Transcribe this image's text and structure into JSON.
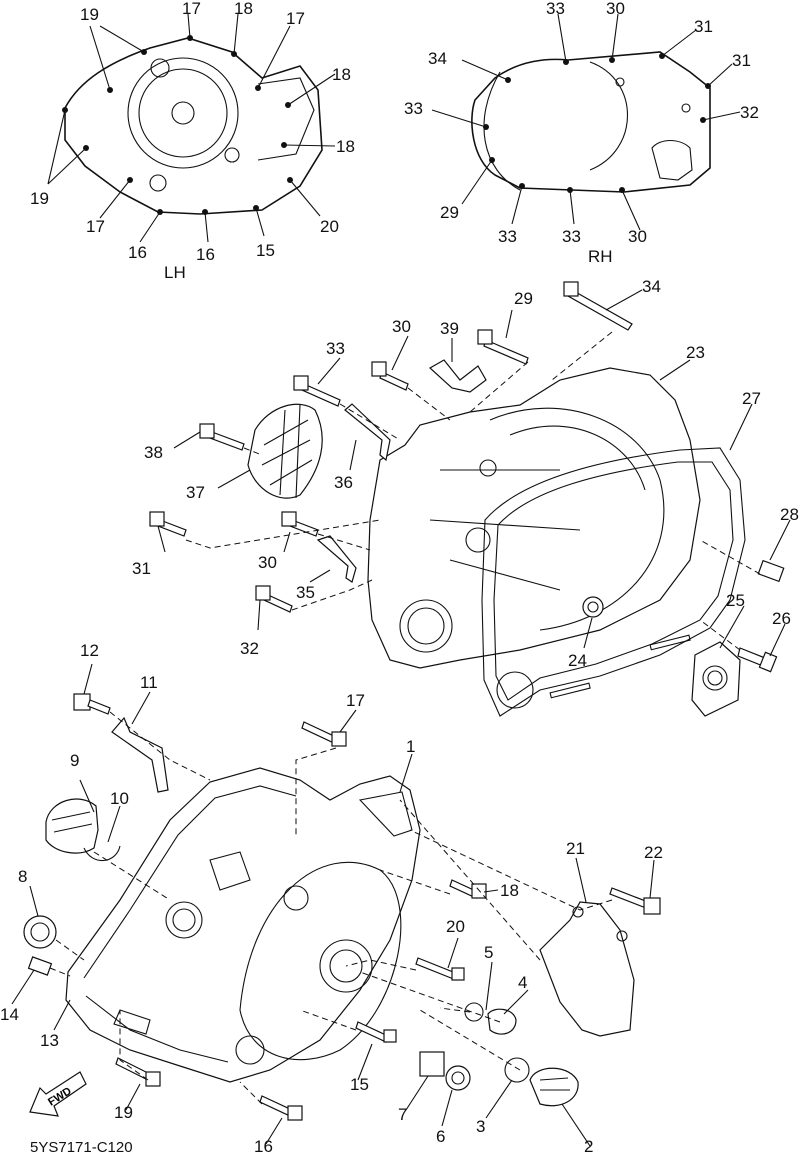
{
  "diagram": {
    "section_labels": {
      "lh": "LH",
      "rh": "RH"
    },
    "figure_code": "5YS7171-C120",
    "fwd_label": "FWD",
    "callouts": {
      "n1": "1",
      "n2": "2",
      "n3": "3",
      "n4": "4",
      "n5": "5",
      "n6": "6",
      "n7": "7",
      "n8": "8",
      "n9": "9",
      "n10": "10",
      "n11": "11",
      "n12": "12",
      "n13": "13",
      "n14": "14",
      "n15": "15",
      "n16": "16",
      "n17": "17",
      "n18": "18",
      "n19": "19",
      "n20": "20",
      "n21": "21",
      "n22": "22",
      "n23": "23",
      "n24": "24",
      "n25": "25",
      "n26": "26",
      "n27": "27",
      "n28": "28",
      "n29": "29",
      "n30": "30",
      "n31": "31",
      "n32": "32",
      "n33": "33",
      "n34": "34",
      "n35": "35",
      "n36": "36",
      "n37": "37",
      "n38": "38",
      "n39": "39"
    }
  }
}
